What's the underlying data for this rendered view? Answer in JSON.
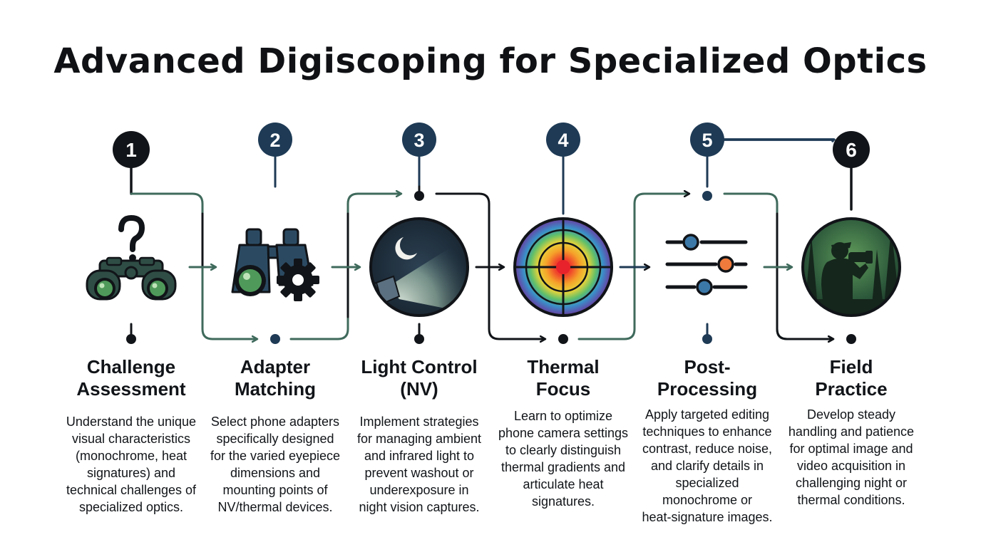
{
  "title": "Advanced Digiscoping for Specialized Optics",
  "steps": [
    {
      "number": "1",
      "title_lines": [
        "Challenge",
        "Assessment"
      ],
      "desc_lines": [
        "Understand the unique",
        "visual characteristics",
        "(monochrome, heat",
        "signatures) and",
        "technical challenges of",
        "specialized optics."
      ],
      "icon": "night-vision-goggles-question-icon"
    },
    {
      "number": "2",
      "title_lines": [
        "Adapter",
        "Matching"
      ],
      "desc_lines": [
        "Select phone adapters",
        "specifically designed",
        "for the varied eyepiece",
        "dimensions and",
        "mounting points of",
        "NV/thermal devices."
      ],
      "icon": "binoculars-gear-icon"
    },
    {
      "number": "3",
      "title_lines": [
        "Light Control",
        "(NV)"
      ],
      "desc_lines": [
        "Implement strategies",
        "for managing ambient",
        "and infrared light to",
        "prevent washout or",
        "underexposure in",
        "night vision captures."
      ],
      "icon": "moon-flashlight-icon"
    },
    {
      "number": "4",
      "title_lines": [
        "Thermal",
        "Focus"
      ],
      "desc_lines": [
        "Learn to optimize",
        "phone camera settings",
        "to clearly distinguish",
        "thermal gradients and",
        "articulate heat",
        "signatures."
      ],
      "icon": "thermal-target-icon"
    },
    {
      "number": "5",
      "title_lines": [
        "Post-",
        "Processing"
      ],
      "desc_lines": [
        "Apply targeted editing",
        "techniques to enhance",
        "contrast, reduce noise,",
        "and clarify details in",
        "specialized",
        "monochrome or",
        "heat-signature images."
      ],
      "icon": "adjustment-sliders-icon"
    },
    {
      "number": "6",
      "title_lines": [
        "Field",
        "Practice"
      ],
      "desc_lines": [
        "Develop steady",
        "handling and patience",
        "for optimal image and",
        "video acquisition in",
        "challenging night or",
        "thermal conditions."
      ],
      "icon": "observer-silhouette-icon"
    }
  ],
  "colors": {
    "ink": "#111418",
    "navy": "#1e3a55",
    "connector_green": "#3f6a5c",
    "lens_green": "#4f9a5a",
    "thermal_red": "#e8232b",
    "slider_orange": "#ef7a3c",
    "slider_blue": "#3b78a8"
  }
}
